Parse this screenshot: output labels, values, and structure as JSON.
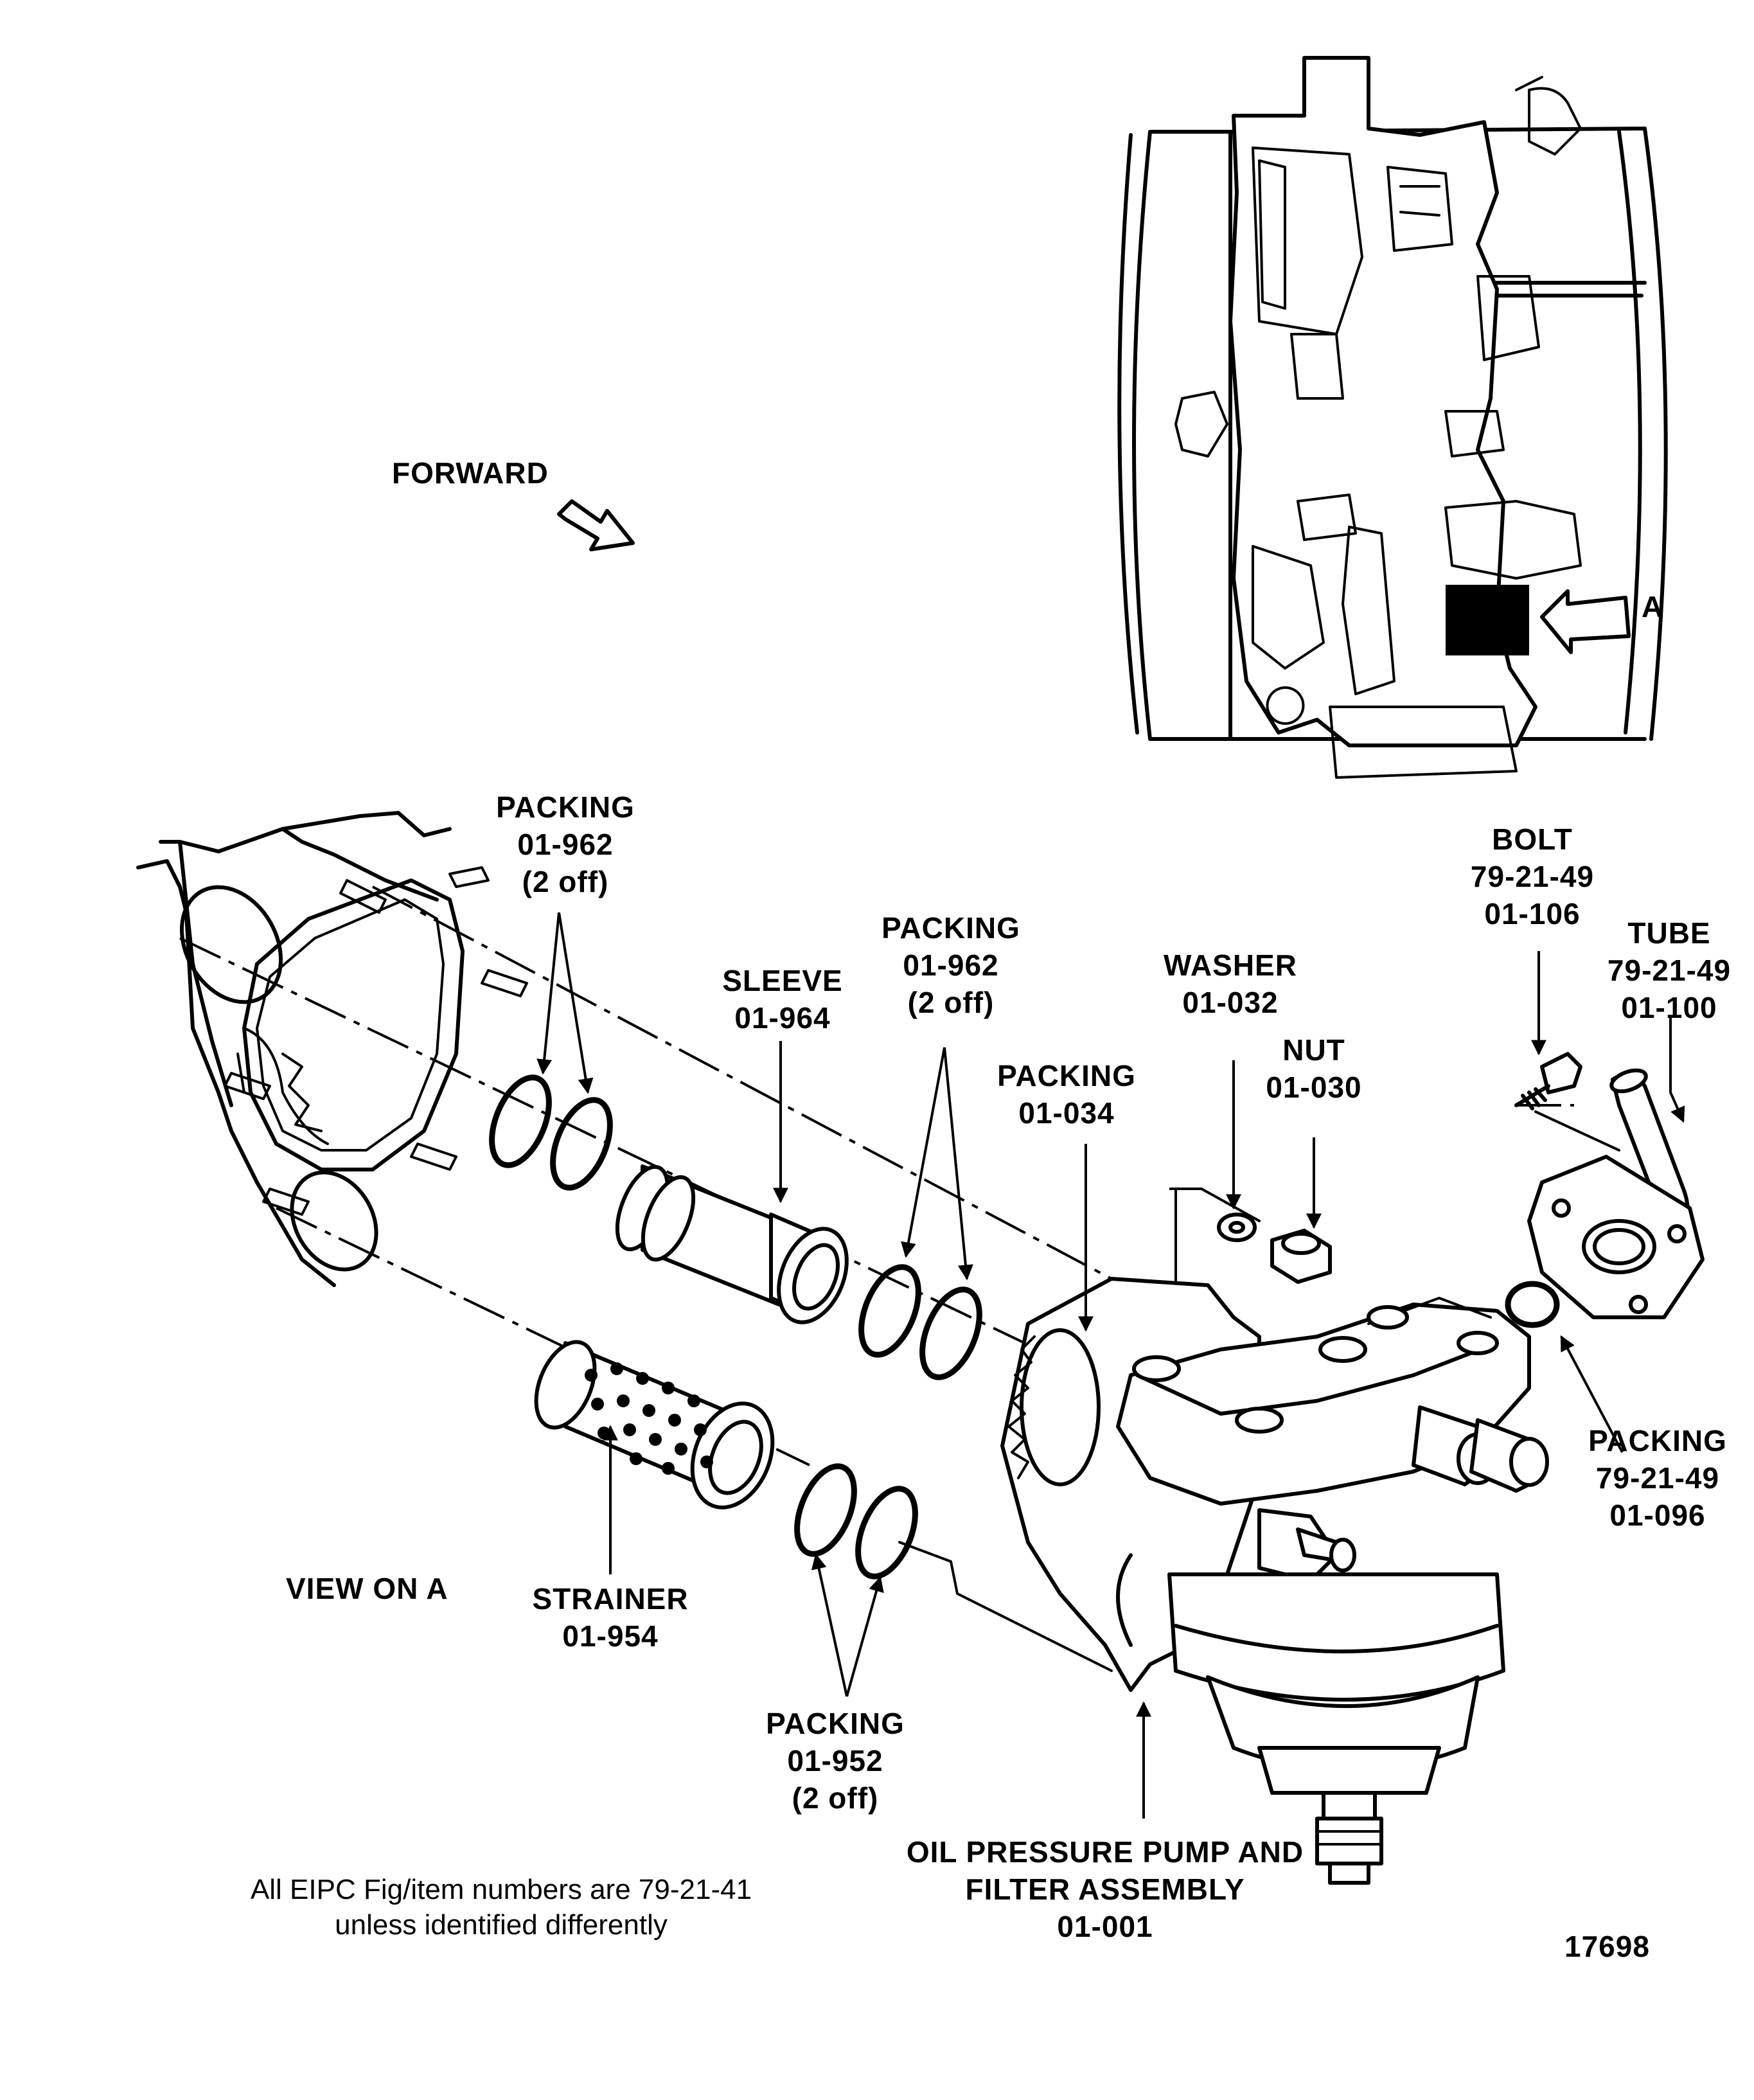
{
  "labels": {
    "forward": "FORWARD",
    "view_on_a": "VIEW ON A",
    "arrow_a": "A",
    "figure_number": "17698",
    "note": [
      "All EIPC Fig/item numbers are 79-21-41",
      "unless identified differently"
    ]
  },
  "parts": {
    "packing_top_left": [
      "PACKING",
      "01-962",
      "(2 off)"
    ],
    "sleeve": [
      "SLEEVE",
      "01-964"
    ],
    "packing_mid": [
      "PACKING",
      "01-962",
      "(2 off)"
    ],
    "packing_034": [
      "PACKING",
      "01-034"
    ],
    "washer": [
      "WASHER",
      "01-032"
    ],
    "nut": [
      "NUT",
      "01-030"
    ],
    "bolt": [
      "BOLT",
      "79-21-49",
      "01-106"
    ],
    "tube": [
      "TUBE",
      "79-21-49",
      "01-100"
    ],
    "packing_096": [
      "PACKING",
      "79-21-49",
      "01-096"
    ],
    "strainer": [
      "STRAINER",
      "01-954"
    ],
    "packing_952": [
      "PACKING",
      "01-952",
      "(2 off)"
    ],
    "pump": [
      "OIL PRESSURE PUMP AND",
      "FILTER ASSEMBLY",
      "01-001"
    ]
  }
}
